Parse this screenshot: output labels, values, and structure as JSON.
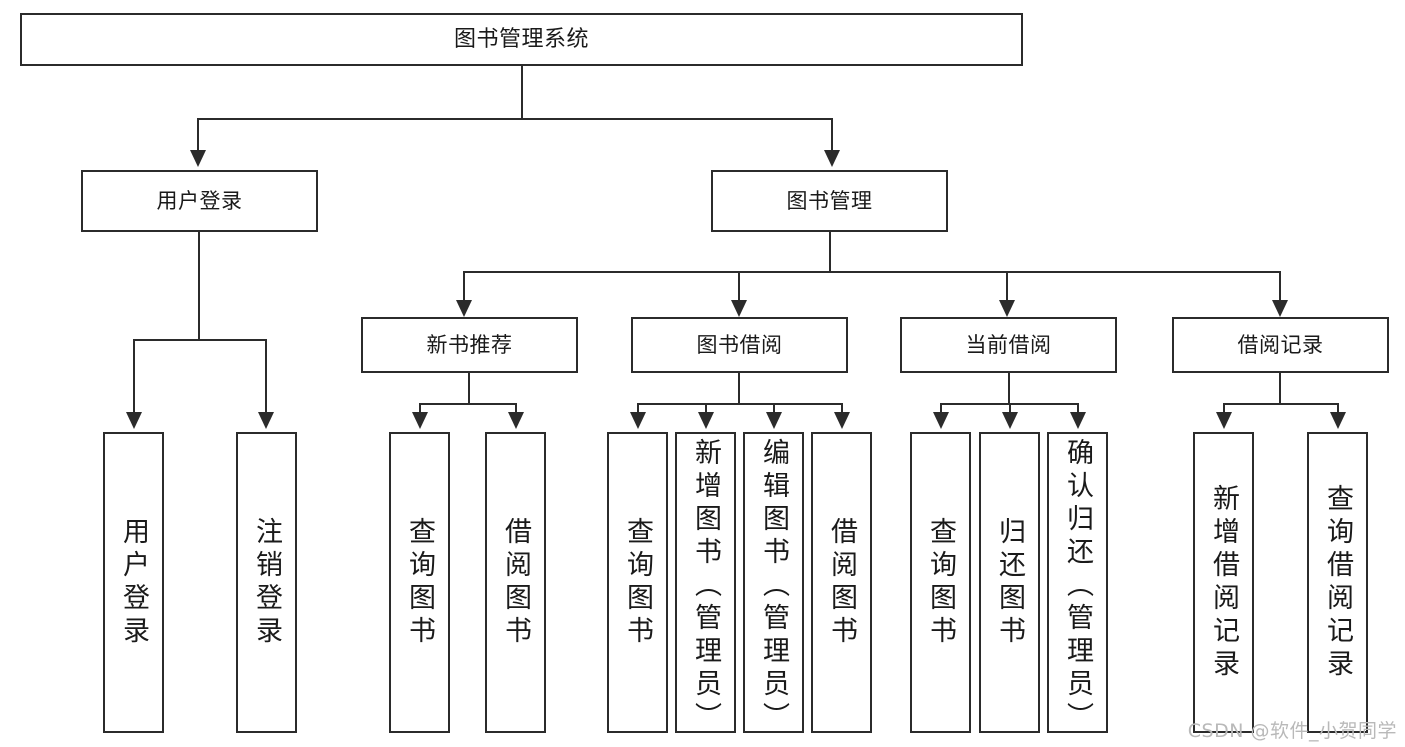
{
  "diagram": {
    "title": "图书管理系统",
    "type": "hierarchy-tree",
    "root": {
      "label": "图书管理系统"
    },
    "level2": [
      {
        "label": "用户登录"
      },
      {
        "label": "图书管理"
      }
    ],
    "level3": [
      {
        "label": "新书推荐"
      },
      {
        "label": "图书借阅"
      },
      {
        "label": "当前借阅"
      },
      {
        "label": "借阅记录"
      }
    ],
    "leaves": {
      "user_login": [
        {
          "label": "用户登录"
        },
        {
          "label": "注销登录"
        }
      ],
      "new_book_recommend": [
        {
          "label": "查询图书"
        },
        {
          "label": "借阅图书"
        }
      ],
      "book_borrow": [
        {
          "label": "查询图书"
        },
        {
          "label": "新增图书（管理员）"
        },
        {
          "label": "编辑图书（管理员）"
        },
        {
          "label": "借阅图书"
        }
      ],
      "current_borrow": [
        {
          "label": "查询图书"
        },
        {
          "label": "归还图书"
        },
        {
          "label": "确认归还（管理员）"
        }
      ],
      "borrow_record": [
        {
          "label": "新增借阅记录"
        },
        {
          "label": "查询借阅记录"
        }
      ]
    }
  },
  "watermark": {
    "text": "CSDN @软件_小贺同学"
  },
  "colors": {
    "stroke": "#2b2b2b",
    "fill": "#ffffff",
    "text": "#1a1a1a",
    "watermark": "#b9b9b9"
  }
}
